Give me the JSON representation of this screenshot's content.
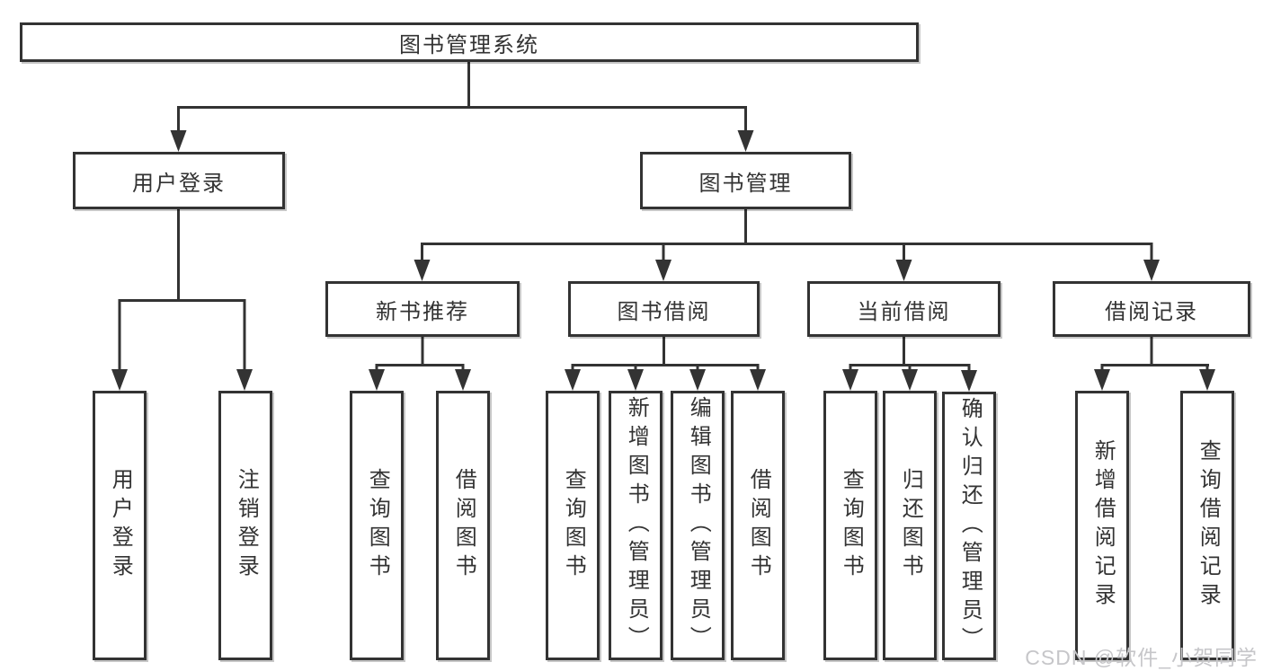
{
  "diagram": {
    "root": "图书管理系统",
    "branches": {
      "user_login": "用户登录",
      "book_management": "图书管理"
    },
    "modules": {
      "new_book_recommendation": "新书推荐",
      "book_borrowing": "图书借阅",
      "current_borrowing": "当前借阅",
      "borrowing_records": "借阅记录"
    },
    "leaves": {
      "user_login": "用户登录",
      "logout": "注销登录",
      "query_books_1": "查询图书",
      "borrow_books_1": "借阅图书",
      "query_books_2": "查询图书",
      "add_book_admin": "新增图书（管理员）",
      "edit_book_admin": "编辑图书（管理员）",
      "borrow_books_2": "借阅图书",
      "query_books_3": "查询图书",
      "return_books": "归还图书",
      "confirm_return_admin": "确认归还（管理员）",
      "add_borrow_record": "新增借阅记录",
      "query_borrow_record": "查询借阅记录"
    },
    "watermark": "CSDN @软件_小贺同学",
    "colors": {
      "line": "#333333",
      "text": "#333333",
      "background": "#ffffff",
      "watermark": "#c6c6c9"
    }
  }
}
